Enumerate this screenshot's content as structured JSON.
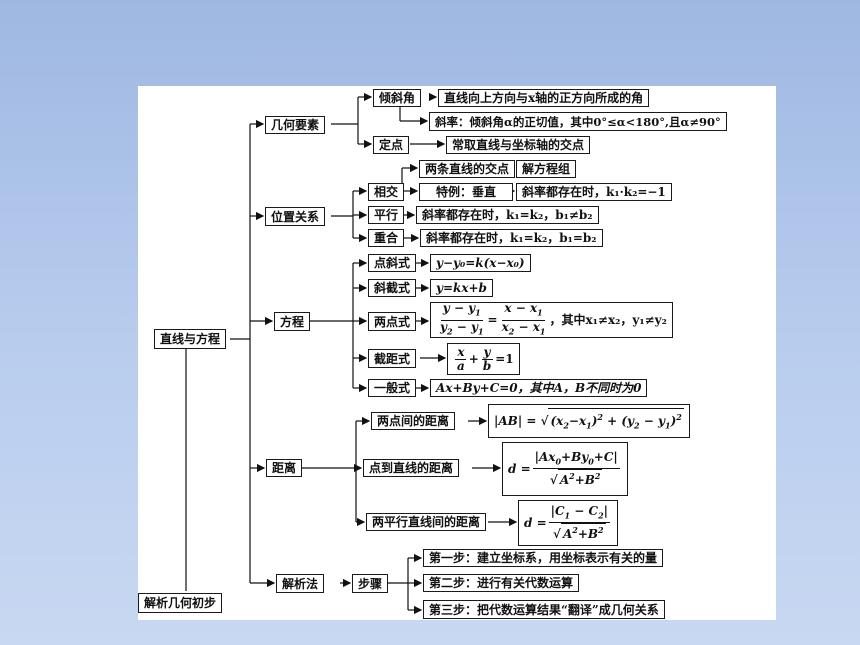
{
  "root": "直线与方程",
  "parent": "解析几何初步",
  "geometry": {
    "label": "几何要素",
    "incline": "倾斜角",
    "incline_def": "直线向上方向与x轴的正方向所成的角",
    "slope_def": "斜率：倾斜角α的正切值，其中0°≤α<180°,且α≠90°",
    "point": "定点",
    "point_def": "常取直线与坐标轴的交点"
  },
  "position": {
    "label": "位置关系",
    "intersect": "相交",
    "intersect_point": "两条直线的交点",
    "solve": "解方程组",
    "special": "特例：垂直",
    "perp_cond": "斜率都存在时，k₁·k₂=−1",
    "parallel": "平行",
    "parallel_cond": "斜率都存在时，k₁=k₂，b₁≠b₂",
    "coincide": "重合",
    "coincide_cond": "斜率都存在时，k₁=k₂，b₁=b₂"
  },
  "equation": {
    "label": "方程",
    "point_slope": "点斜式",
    "point_slope_f": "y−y₀=k(x−x₀)",
    "slope_int": "斜截式",
    "slope_int_f": "y=kx+b",
    "two_point": "两点式",
    "two_point_cond": "，其中x₁≠x₂，y₁≠y₂",
    "intercept": "截距式",
    "intercept_eq": "=1",
    "general": "一般式",
    "general_f": "Ax+By+C=0，其中A，B不同时为0"
  },
  "distance": {
    "label": "距离",
    "two_points": "两点间的距离",
    "point_line": "点到直线的距离",
    "parallel_lines": "两平行直线间的距离"
  },
  "method": {
    "label": "解析法",
    "steps": "步骤",
    "step1": "第一步：建立坐标系，用坐标表示有关的量",
    "step2": "第二步：进行有关代数运算",
    "step3": "第三步：把代数运算结果“翻译”成几何关系"
  }
}
